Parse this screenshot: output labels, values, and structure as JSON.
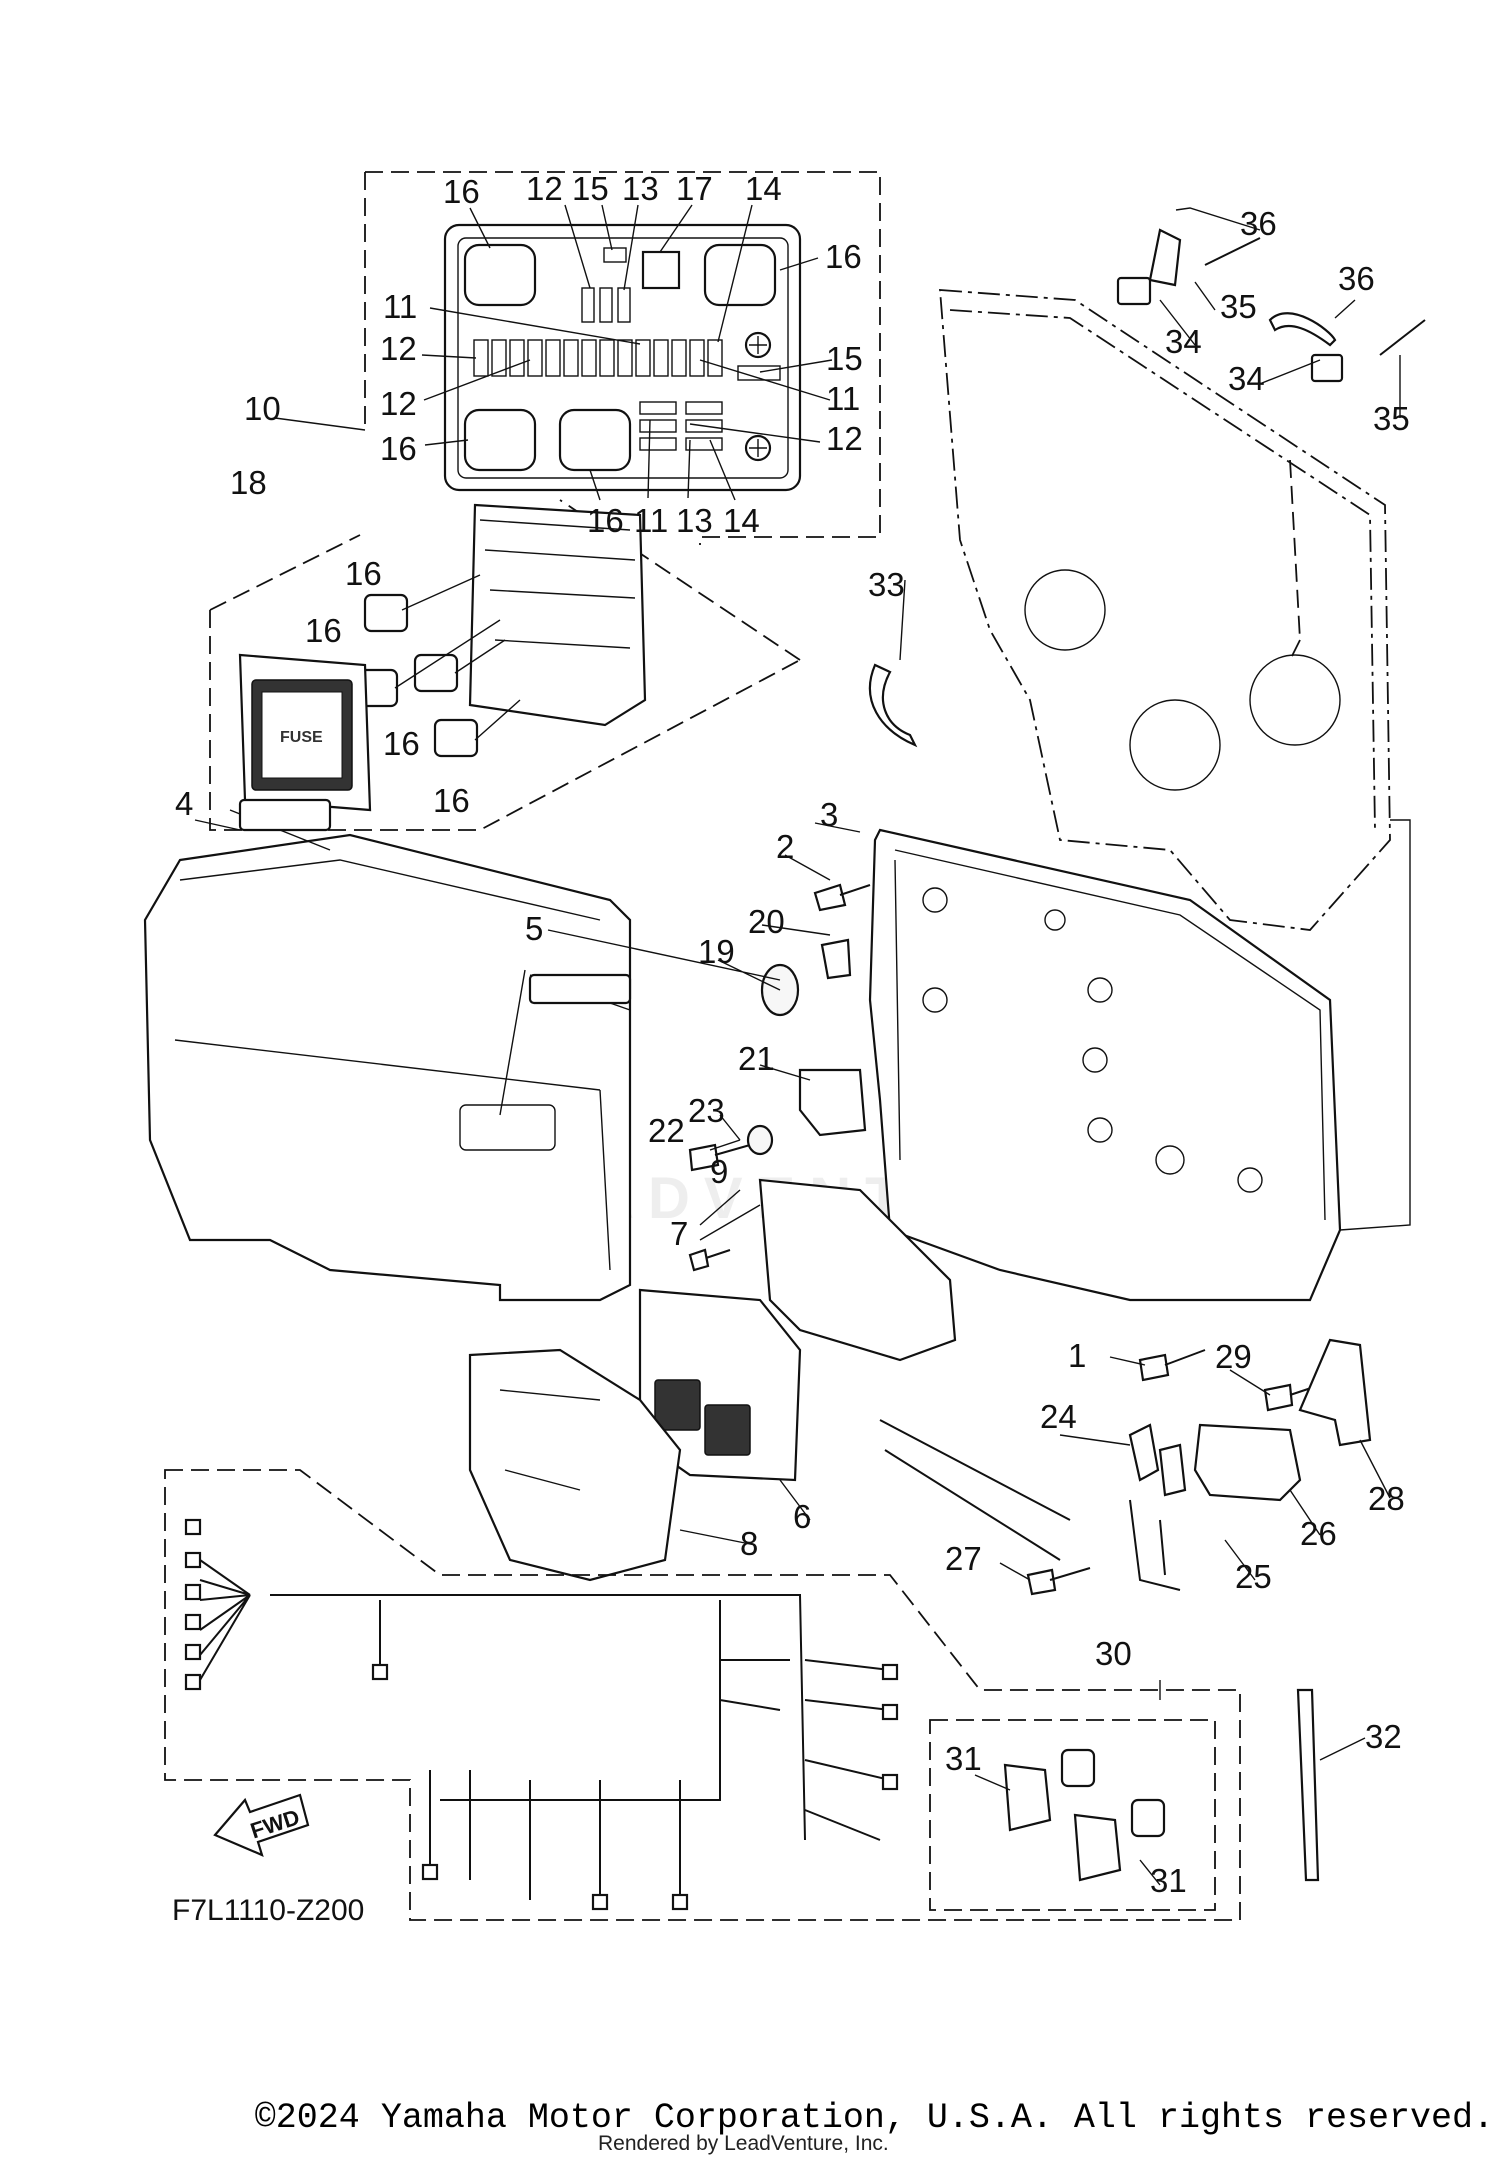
{
  "callouts": [
    {
      "id": "c1",
      "label": "16"
    },
    {
      "id": "c2",
      "label": "12"
    },
    {
      "id": "c3",
      "label": "15"
    },
    {
      "id": "c4",
      "label": "13"
    },
    {
      "id": "c5",
      "label": "17"
    },
    {
      "id": "c6",
      "label": "14"
    },
    {
      "id": "c7",
      "label": "16"
    },
    {
      "id": "c8",
      "label": "11"
    },
    {
      "id": "c9",
      "label": "12"
    },
    {
      "id": "c10",
      "label": "15"
    },
    {
      "id": "c11",
      "label": "10"
    },
    {
      "id": "c12",
      "label": "12"
    },
    {
      "id": "c13",
      "label": "11"
    },
    {
      "id": "c14",
      "label": "16"
    },
    {
      "id": "c15",
      "label": "12"
    },
    {
      "id": "c16",
      "label": "16"
    },
    {
      "id": "c17",
      "label": "11"
    },
    {
      "id": "c18",
      "label": "13"
    },
    {
      "id": "c19",
      "label": "14"
    },
    {
      "id": "c20",
      "label": "18"
    },
    {
      "id": "c21",
      "label": "16"
    },
    {
      "id": "c22",
      "label": "16"
    },
    {
      "id": "c23",
      "label": "16"
    },
    {
      "id": "c24",
      "label": "16"
    },
    {
      "id": "c25",
      "label": "36"
    },
    {
      "id": "c26",
      "label": "35"
    },
    {
      "id": "c27",
      "label": "34"
    },
    {
      "id": "c28",
      "label": "36"
    },
    {
      "id": "c29",
      "label": "34"
    },
    {
      "id": "c30",
      "label": "35"
    },
    {
      "id": "c31",
      "label": "33"
    },
    {
      "id": "c32",
      "label": "4"
    },
    {
      "id": "c33",
      "label": "3"
    },
    {
      "id": "c34",
      "label": "2"
    },
    {
      "id": "c35",
      "label": "20"
    },
    {
      "id": "c36",
      "label": "5"
    },
    {
      "id": "c37",
      "label": "19"
    },
    {
      "id": "c38",
      "label": "21"
    },
    {
      "id": "c39",
      "label": "23"
    },
    {
      "id": "c40",
      "label": "22"
    },
    {
      "id": "c41",
      "label": "9"
    },
    {
      "id": "c42",
      "label": "7"
    },
    {
      "id": "c43",
      "label": "1"
    },
    {
      "id": "c44",
      "label": "29"
    },
    {
      "id": "c45",
      "label": "24"
    },
    {
      "id": "c46",
      "label": "6"
    },
    {
      "id": "c47",
      "label": "28"
    },
    {
      "id": "c48",
      "label": "26"
    },
    {
      "id": "c49",
      "label": "8"
    },
    {
      "id": "c50",
      "label": "27"
    },
    {
      "id": "c51",
      "label": "25"
    },
    {
      "id": "c52",
      "label": "30"
    },
    {
      "id": "c53",
      "label": "32"
    },
    {
      "id": "c54",
      "label": "31"
    },
    {
      "id": "c55",
      "label": "31"
    }
  ],
  "fuse_cover_label": "FUSE",
  "fwd_label": "FWD",
  "diagram_code": "F7L1110-Z200",
  "watermark": "LEADVENTURE",
  "copyright": "©2024 Yamaha Motor Corporation, U.S.A. All rights reserved.",
  "rendered_by": "Rendered by LeadVenture, Inc."
}
